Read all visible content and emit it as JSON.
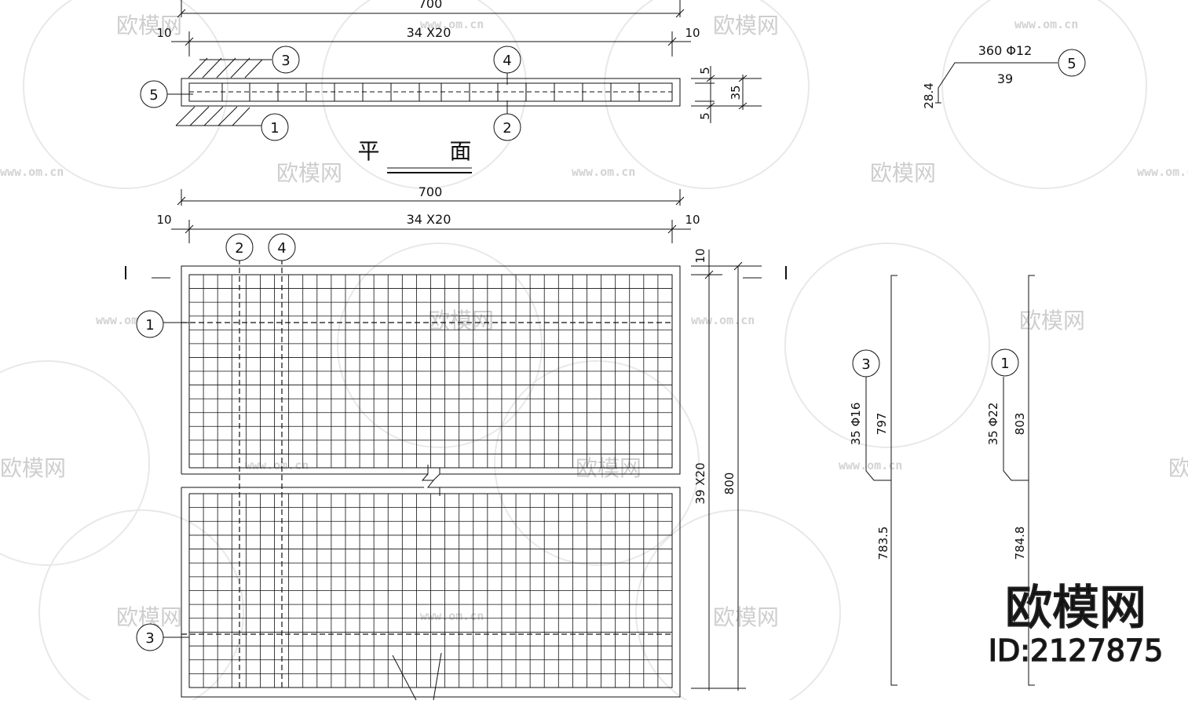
{
  "plan": {
    "title": "平 面",
    "dim_total": "700",
    "dim_spacing": "34 X20",
    "dim_edge_left": "10",
    "dim_edge_right": "10",
    "dim_top": "5",
    "dim_height": "35",
    "dim_bottom": "5",
    "callouts": [
      "1",
      "2",
      "3",
      "4",
      "5"
    ]
  },
  "mesh": {
    "dim_total": "700",
    "dim_spacing": "34 X20",
    "dim_edge_left": "10",
    "dim_edge_right": "10",
    "dim_top_edge": "10",
    "dim_vertical_spacing": "39 X20",
    "dim_vertical_total": "800",
    "callouts": [
      "1",
      "2",
      "3",
      "4"
    ]
  },
  "bar5": {
    "callout": "5",
    "spec": "360 Φ12",
    "length": "39",
    "hook": "28.4"
  },
  "bar3": {
    "callout": "3",
    "spec": "35 Φ16",
    "upper": "797",
    "lower": "783.5"
  },
  "bar1": {
    "callout": "1",
    "spec": "35 Φ22",
    "upper": "803",
    "lower": "784.8"
  },
  "watermark": {
    "brand": "欧模网",
    "site": "www.om.cn",
    "id": "ID:2127875"
  }
}
